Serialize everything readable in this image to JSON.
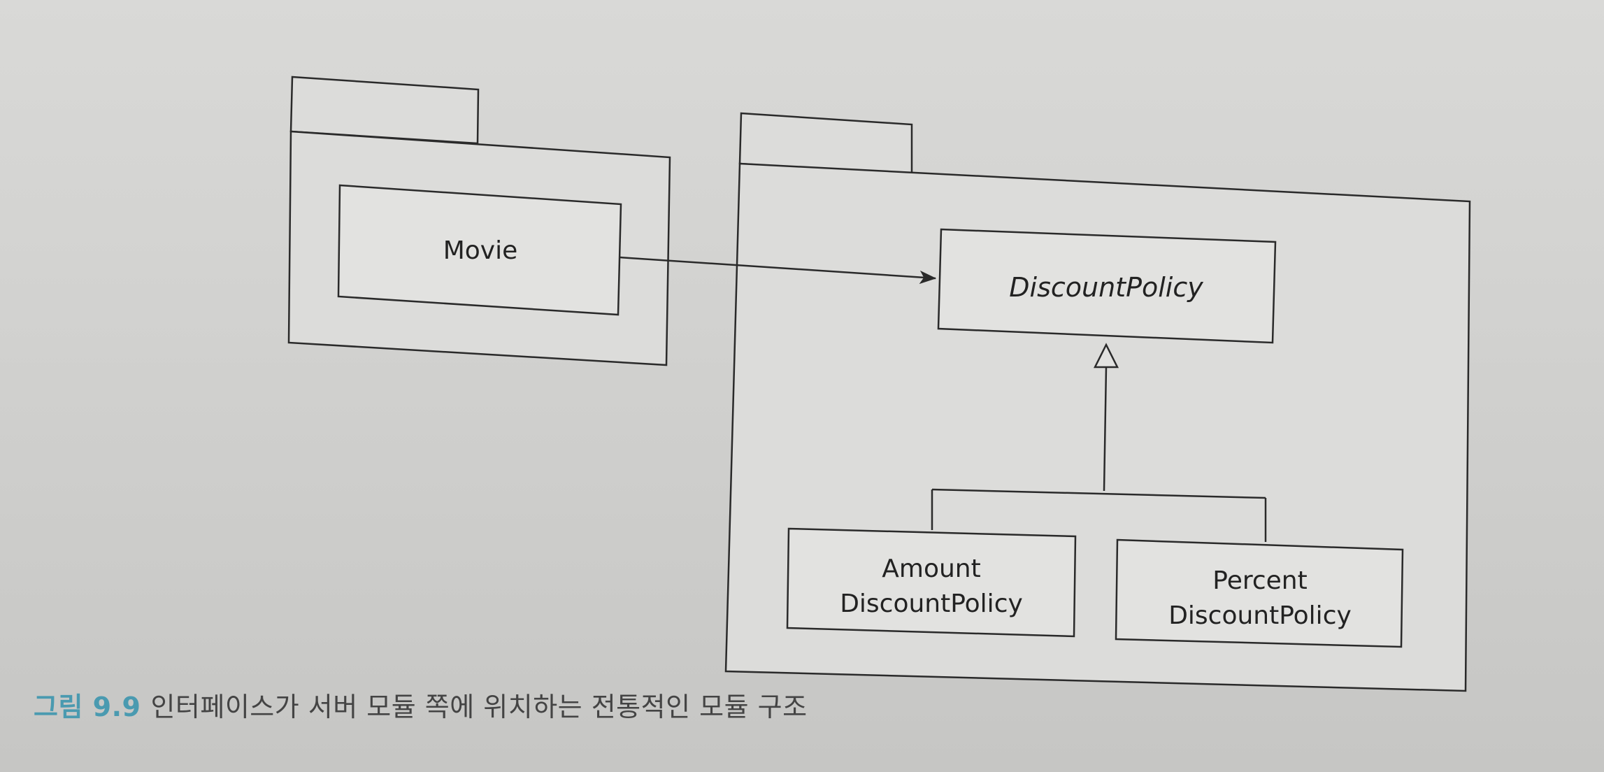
{
  "diagram": {
    "classes": {
      "movie": "Movie",
      "discount_policy": "DiscountPolicy",
      "amount_discount_policy": [
        "Amount",
        "DiscountPolicy"
      ],
      "percent_discount_policy": [
        "Percent",
        "DiscountPolicy"
      ]
    },
    "abstract_class_italic": true,
    "colors": {
      "line": "#2a2a2a",
      "box_fill": "#e2e2e0",
      "package_fill": "#dcdcda"
    }
  },
  "caption": {
    "label": "그림 9.9",
    "text": "인터페이스가 서버 모듈 쪽에 위치하는 전통적인 모듈 구조"
  }
}
